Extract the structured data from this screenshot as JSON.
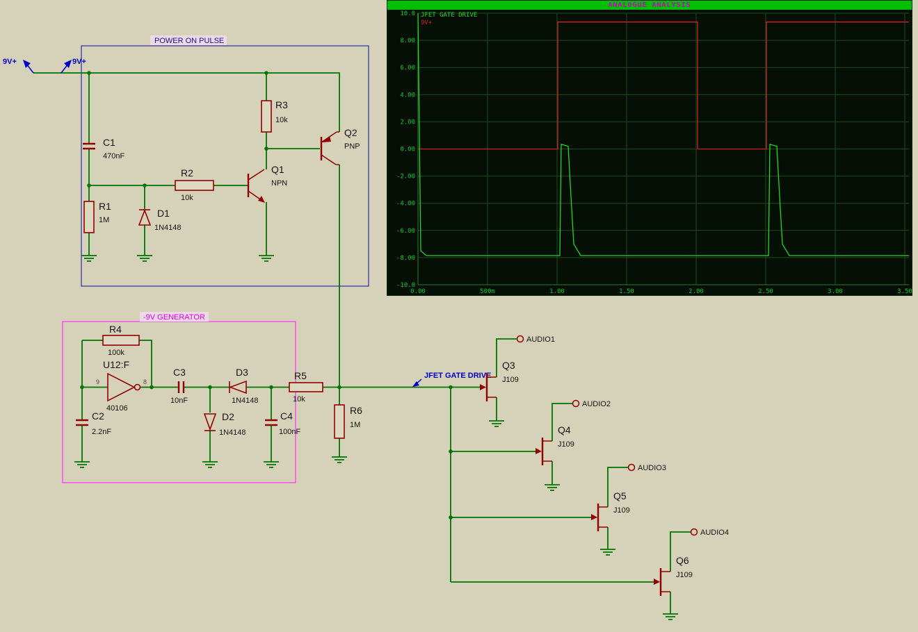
{
  "window": {
    "bg": "#d6d2ba"
  },
  "power_flags": {
    "left_label": "9V+",
    "right_label": "9V+"
  },
  "blocks": {
    "power_on_pulse": {
      "label": "POWER ON PULSE"
    },
    "neg9v_generator": {
      "label": "-9V GENERATOR"
    }
  },
  "net_labels": {
    "jfet_gate_drive": "JFET GATE DRIVE"
  },
  "components": {
    "c1": {
      "ref": "C1",
      "value": "470nF"
    },
    "r1": {
      "ref": "R1",
      "value": "1M"
    },
    "d1": {
      "ref": "D1",
      "value": "1N4148"
    },
    "r2": {
      "ref": "R2",
      "value": "10k"
    },
    "q1": {
      "ref": "Q1",
      "value": "NPN"
    },
    "r3": {
      "ref": "R3",
      "value": "10k"
    },
    "q2": {
      "ref": "Q2",
      "value": "PNP"
    },
    "r4": {
      "ref": "R4",
      "value": "100k"
    },
    "u12": {
      "ref": "U12:F",
      "value": "40106",
      "pin_in": "9",
      "pin_out": "8"
    },
    "c2": {
      "ref": "C2",
      "value": "2.2nF"
    },
    "c3": {
      "ref": "C3",
      "value": "10nF"
    },
    "d2": {
      "ref": "D2",
      "value": "1N4148"
    },
    "d3": {
      "ref": "D3",
      "value": "1N4148"
    },
    "c4": {
      "ref": "C4",
      "value": "100nF"
    },
    "r5": {
      "ref": "R5",
      "value": "10k"
    },
    "r6": {
      "ref": "R6",
      "value": "1M"
    },
    "q3": {
      "ref": "Q3",
      "value": "J109"
    },
    "q4": {
      "ref": "Q4",
      "value": "J109"
    },
    "q5": {
      "ref": "Q5",
      "value": "J109"
    },
    "q6": {
      "ref": "Q6",
      "value": "J109"
    }
  },
  "outputs": {
    "audio1": "AUDIO1",
    "audio2": "AUDIO2",
    "audio3": "AUDIO3",
    "audio4": "AUDIO4"
  },
  "graph": {
    "title": "ANALOGUE ANALYSIS"
  },
  "chart_data": {
    "type": "line",
    "title": "ANALOGUE ANALYSIS",
    "xlim": [
      0,
      3.5
    ],
    "ylim": [
      -10,
      10
    ],
    "grid": true,
    "legend_position": "top-left",
    "x_ticks": [
      {
        "v": 0,
        "label": "0.00"
      },
      {
        "v": 0.5,
        "label": "500m"
      },
      {
        "v": 1,
        "label": "1.00"
      },
      {
        "v": 1.5,
        "label": "1.50"
      },
      {
        "v": 2,
        "label": "2.00"
      },
      {
        "v": 2.5,
        "label": "2.50"
      },
      {
        "v": 3,
        "label": "3.00"
      },
      {
        "v": 3.5,
        "label": "3.50"
      }
    ],
    "y_ticks": [
      {
        "v": 10,
        "label": "10.0"
      },
      {
        "v": 8,
        "label": "8.00"
      },
      {
        "v": 6,
        "label": "6.00"
      },
      {
        "v": 4,
        "label": "4.00"
      },
      {
        "v": 2,
        "label": "2.00"
      },
      {
        "v": 0,
        "label": "0.00"
      },
      {
        "v": -2,
        "label": "-2.00"
      },
      {
        "v": -4,
        "label": "-4.00"
      },
      {
        "v": -6,
        "label": "-6.00"
      },
      {
        "v": -8,
        "label": "-8.00"
      },
      {
        "v": -10,
        "label": "-10.0"
      }
    ],
    "series": [
      {
        "name": "JFET GATE DRIVE",
        "color": "#22d622",
        "points": [
          [
            0,
            10
          ],
          [
            0.02,
            -7.5
          ],
          [
            0.06,
            -7.85
          ],
          [
            1.02,
            -7.85
          ],
          [
            1.03,
            0.35
          ],
          [
            1.08,
            0.2
          ],
          [
            1.1,
            -3.5
          ],
          [
            1.12,
            -7
          ],
          [
            1.17,
            -7.85
          ],
          [
            2.52,
            -7.85
          ],
          [
            2.53,
            0.35
          ],
          [
            2.58,
            0.2
          ],
          [
            2.6,
            -3.5
          ],
          [
            2.62,
            -7
          ],
          [
            2.67,
            -7.85
          ],
          [
            3.53,
            -7.85
          ]
        ]
      },
      {
        "name": "9V+",
        "color": "#cf1f1f",
        "points": [
          [
            0,
            0
          ],
          [
            1.005,
            0
          ],
          [
            1.005,
            9.35
          ],
          [
            2.01,
            9.35
          ],
          [
            2.01,
            0
          ],
          [
            2.505,
            0
          ],
          [
            2.505,
            9.35
          ],
          [
            3.53,
            9.35
          ]
        ]
      }
    ]
  }
}
